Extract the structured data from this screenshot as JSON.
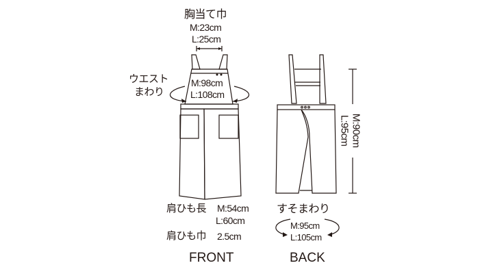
{
  "front": {
    "caption": "FRONT",
    "bib_width": {
      "label": "胸当て巾",
      "m": "M:23cm",
      "l": "L:25cm"
    },
    "waist": {
      "label_line1": "ウエスト",
      "label_line2": "まわり",
      "m": "M:98cm",
      "l": "L:108cm"
    },
    "strap_length": {
      "label": "肩ひも長",
      "m": "M:54cm",
      "l": "L:60cm"
    },
    "strap_width": {
      "label": "肩ひも巾",
      "value": "2.5cm"
    }
  },
  "back": {
    "caption": "BACK",
    "length": {
      "m": "M:90cm",
      "l": "L:95cm"
    },
    "hem": {
      "label": "すそまわり",
      "m": "M:95cm",
      "l": "L:105cm"
    }
  },
  "colors": {
    "line": "#231815",
    "background": "#ffffff"
  }
}
